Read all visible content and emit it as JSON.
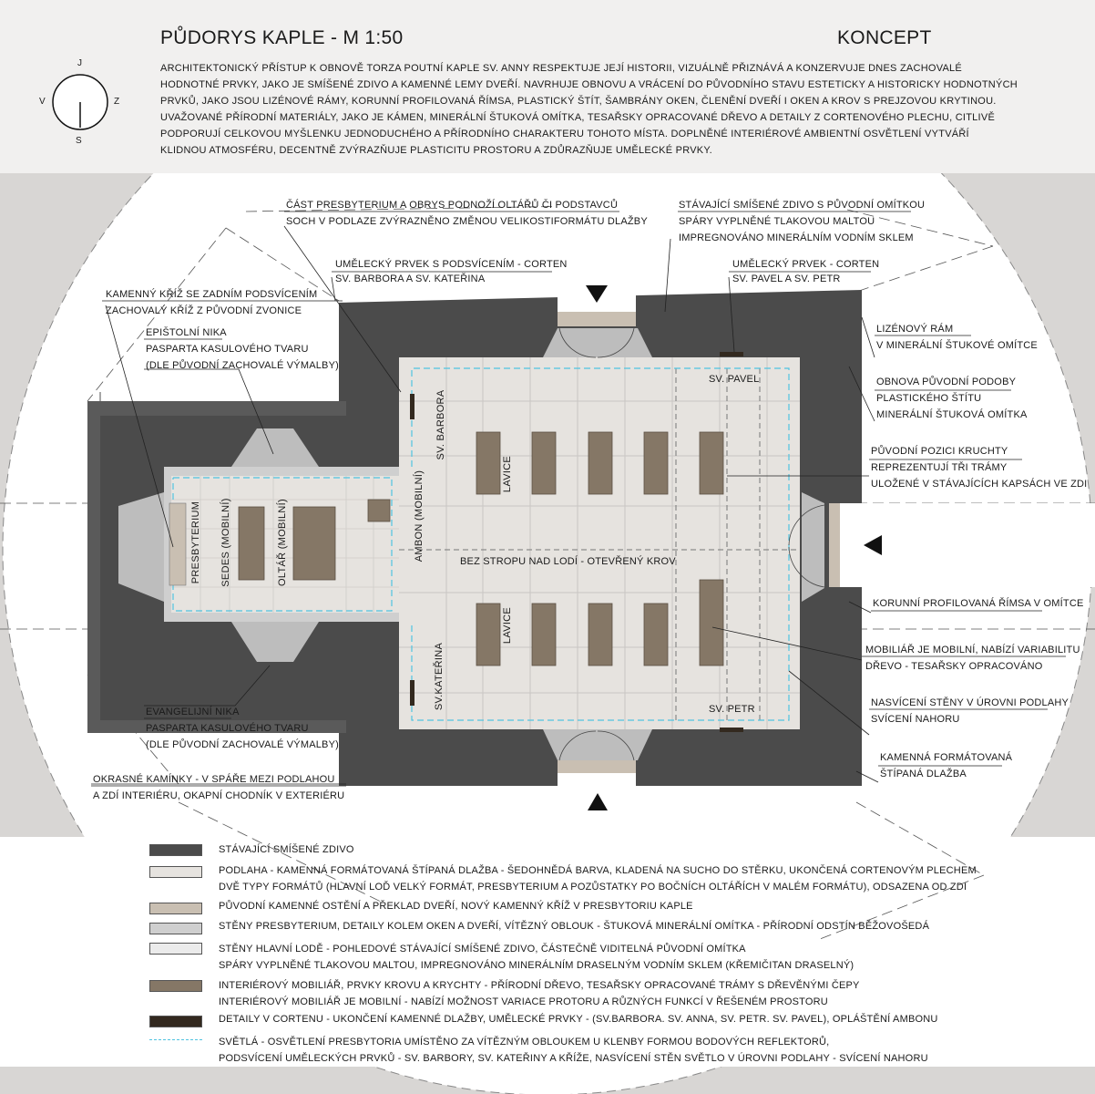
{
  "header": {
    "title": "PŮDORYS KAPLE - M 1:50",
    "badge": "KONCEPT",
    "intro_lines": [
      "ARCHITEKTONICKÝ PŘÍSTUP K OBNOVĚ TORZA POUTNÍ KAPLE SV. ANNY RESPEKTUJE JEJÍ HISTORII, VIZUÁLNĚ PŘIZNÁVÁ A KONZERVUJE DNES ZACHOVALÉ",
      "HODNOTNÉ PRVKY, JAKO JE SMÍŠENÉ ZDIVO A KAMENNÉ LEMY DVEŘÍ. NAVRHUJE OBNOVU A VRÁCENÍ DO PŮVODNÍHO STAVU ESTETICKY A HISTORICKY HODNOTNÝCH",
      "PRVKŮ, JAKO JSOU LIZÉNOVÉ RÁMY, KORUNNÍ PROFILOVANÁ ŘÍMSA, PLASTICKÝ ŠTÍT, ŠAMBRÁNY OKEN, ČLENĚNÍ DVEŘÍ I OKEN A KROV S PREJZOVOU KRYTINOU.",
      "UVAŽOVANÉ PŘÍRODNÍ MATERIÁLY, JAKO JE KÁMEN, MINERÁLNÍ ŠTUKOVÁ OMÍTKA, TESAŘSKY OPRACOVANÉ DŘEVO A DETAILY Z CORTENOVÉHO PLECHU, CITLIVĚ",
      "PODPORUJÍ CELKOVOU MYŠLENKU JEDNODUCHÉHO A PŘÍRODNÍHO CHARAKTERU TOHOTO MÍSTA. DOPLNĚNÉ INTERIÉROVÉ AMBIENTNÍ OSVĚTLENÍ VYTVÁŘÍ",
      "KLIDNOU ATMOSFÉRU, DECENTNĚ ZVÝRAZŇUJE PLASTICITU PROSTORU A ZDŮRAZŇUJE UMĚLECKÉ PRVKY."
    ]
  },
  "compass": {
    "n": "J",
    "s": "S",
    "w": "V",
    "e": "Z"
  },
  "annotations": [
    {
      "id": "ann-1",
      "lines": [
        "ČÁST PRESBYTERIUM A OBRYS PODNOŽÍ OLTÁŘŮ ČI PODSTAVCŮ",
        "SOCH V PODLAZE ZVÝRAZNĚNO ZMĚNOU VELIKOSTIFORMÁTU DLAŽBY"
      ]
    },
    {
      "id": "ann-2",
      "lines": [
        "STÁVAJÍCÍ SMÍŠENÉ ZDIVO S PŮVODNÍ OMÍTKOU",
        "SPÁRY VYPLNĚNÉ TLAKOVOU MALTOU",
        "IMPREGNOVÁNO MINERÁLNÍM VODNÍM SKLEM"
      ]
    },
    {
      "id": "ann-3",
      "lines": [
        "UMĚLECKÝ PRVEK S PODSVÍCENÍM - CORTEN",
        "SV. BARBORA A SV. KATEŘINA"
      ]
    },
    {
      "id": "ann-4",
      "lines": [
        "UMĚLECKÝ PRVEK - CORTEN",
        "SV. PAVEL A SV. PETR"
      ]
    },
    {
      "id": "ann-5",
      "lines": [
        "KAMENNÝ KŘÍŽ SE ZADNÍM PODSVÍCENÍM",
        "ZACHOVALÝ KŘÍŽ Z PŮVODNÍ ZVONICE"
      ]
    },
    {
      "id": "ann-6",
      "lines": [
        "EPIŠTOLNÍ NIKA",
        "PASPARTA KASULOVÉHO TVARU",
        "(DLE PŮVODNÍ ZACHOVALÉ VÝMALBY)"
      ]
    },
    {
      "id": "ann-7",
      "lines": [
        "LIZÉNOVÝ RÁM",
        "V MINERÁLNÍ ŠTUKOVÉ OMÍTCE"
      ]
    },
    {
      "id": "ann-8",
      "lines": [
        "OBNOVA PŮVODNÍ PODOBY",
        "PLASTICKÉHO ŠTÍTU",
        "MINERÁLNÍ ŠTUKOVÁ OMÍTKA"
      ]
    },
    {
      "id": "ann-9",
      "lines": [
        "PŮVODNÍ POZICI KRUCHTY",
        "REPREZENTUJÍ TŘI TRÁMY",
        "ULOŽENÉ V STÁVAJÍCÍCH KAPSÁCH VE ZDI"
      ]
    },
    {
      "id": "ann-10",
      "lines": [
        "KORUNNÍ PROFILOVANÁ ŘÍMSA V OMÍTCE"
      ]
    },
    {
      "id": "ann-11",
      "lines": [
        "MOBILIÁŘ JE MOBILNÍ, NABÍZÍ VARIABILITU",
        "DŘEVO - TESAŘSKY OPRACOVÁNO"
      ]
    },
    {
      "id": "ann-12",
      "lines": [
        "NASVÍCENÍ STĚNY V ÚROVNI PODLAHY",
        "SVÍCENÍ NAHORU"
      ]
    },
    {
      "id": "ann-13",
      "lines": [
        "KAMENNÁ FORMÁTOVANÁ",
        "ŠTÍPANÁ DLAŽBA"
      ]
    },
    {
      "id": "ann-14",
      "lines": [
        "EVANGELIJNÍ NIKA",
        "PASPARTA KASULOVÉHO TVARU",
        "(DLE PŮVODNÍ ZACHOVALÉ VÝMALBY)"
      ]
    },
    {
      "id": "ann-15",
      "lines": [
        "OKRASNÉ KAMÍNKY - V SPÁŘE MEZI PODLAHOU",
        "A ZDÍ INTERIÉRU, OKAPNÍ CHODNÍK V EXTERIÉRU"
      ]
    }
  ],
  "plan_labels": {
    "presbyterium": "PRESBYTERIUM",
    "sedes": "SEDES (MOBILNÍ)",
    "oltar": "OLTÁŘ (MOBILNÍ)",
    "ambon": "AMBON (MOBILNÍ)",
    "barbora": "SV. BARBORA",
    "katerina": "SV.KATEŘINA",
    "lavice_top": "LAVICE",
    "lavice_bottom": "LAVICE",
    "nave": "BEZ STROPU NAD LODÍ - OTEVŘENÝ KROV",
    "pavel": "SV. PAVEL",
    "petr": "SV. PETR"
  },
  "legend": [
    {
      "color": "#4b4b4b",
      "lines": [
        "STÁVAJÍCÍ SMÍŠENÉ ZDIVO"
      ]
    },
    {
      "color": "#e6e3df",
      "lines": [
        "PODLAHA - KAMENNÁ FORMÁTOVANÁ ŠTÍPANÁ DLAŽBA - ŠEDOHNĚDÁ BARVA, KLADENÁ NA SUCHO  DO STĚRKU, UKONČENÁ CORTENOVÝM PLECHEM",
        "DVĚ TYPY FORMÁTŮ (HLAVNÍ LOĎ VELKÝ FORMÁT, PRESBYTERIUM A POZŮSTATKY PO BOČNÍCH OLTÁŘÍCH V MALÉM FORMÁTU), ODSAZENA OD ZDI"
      ]
    },
    {
      "color": "#c9bfb2",
      "lines": [
        "PŮVODNÍ KAMENNÉ OSTĚNÍ A PŘEKLAD DVEŘÍ, NOVÝ KAMENNÝ KŘÍŽ V PRESBYTORIU KAPLE"
      ]
    },
    {
      "color": "#cfcfcf",
      "lines": [
        "STĚNY PRESBYTERIUM, DETAILY KOLEM OKEN A DVEŘÍ, VÍTĚZNÝ OBLOUK - ŠTUKOVÁ MINERÁLNÍ OMÍTKA - PŘÍRODNÍ ODSTÍN BĚŽOVOŠEDÁ"
      ]
    },
    {
      "color": "#ebebeb",
      "lines": [
        "STĚNY HLAVNÍ LODĚ - POHLEDOVÉ STÁVAJÍCÍ SMÍŠENÉ ZDIVO, ČÁSTEČNĚ VIDITELNÁ PŮVODNÍ OMÍTKA",
        "SPÁRY VYPLNĚNÉ TLAKOVOU MALTOU, IMPREGNOVÁNO MINERÁLNÍM DRASELNÝM VODNÍM SKLEM (KŘEMIČITAN DRASELNÝ)"
      ]
    },
    {
      "color": "#857766",
      "lines": [
        "INTERIÉROVÝ MOBILIÁŘ, PRVKY KROVU A KRYCHTY - PŘÍRODNÍ DŘEVO, TESAŘSKY OPRACOVANÉ TRÁMY S DŘEVĚNÝMI ČEPY",
        "INTERIÉROVÝ MOBILIÁŘ JE MOBILNÍ -  NABÍZÍ MOŽNOST VARIACE PROTORU A RŮZNÝCH FUNKCÍ V ŘEŠENÉM PROSTORU"
      ]
    },
    {
      "color": "#33291f",
      "lines": [
        "DETAILY V CORTENU - UKONČENÍ KAMENNÉ DLAŽBY, UMĚLECKÉ PRVKY - (SV.BARBORA. SV. ANNA, SV. PETR. SV. PAVEL), OPLÁŠTĚNÍ AMBONU"
      ]
    },
    {
      "color": "#4fc3e0",
      "lines": [
        "SVĚTLÁ - OSVĚTLENÍ PRESBYTORIA UMÍSTĚNO ZA VÍTĚZNÝM OBLOUKEM U KLENBY FORMOU BODOVÝCH REFLEKTORŮ,",
        "PODSVÍCENÍ UMĚLECKÝCH PRVKŮ - SV. BARBORY, SV. KATEŘINY A KŘÍŽE, NASVÍCENÍ STĚN SVĚTLO V ÚROVNI PODLAHY - SVÍCENÍ NAHORU"
      ]
    }
  ]
}
